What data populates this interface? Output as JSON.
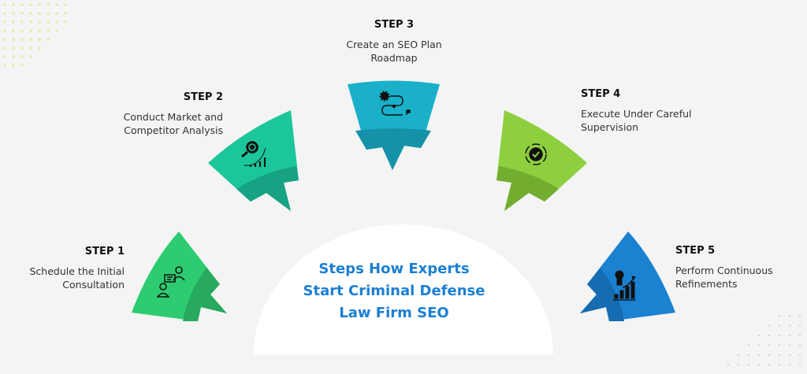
{
  "title_lines": [
    "Steps How Experts",
    "Start Criminal Defense",
    "Law Firm SEO"
  ],
  "steps": [
    {
      "label": "STEP 1",
      "lines": [
        "Schedule the Initial",
        "Consultation"
      ],
      "icon": "consultation-icon",
      "color": "#2ecc71",
      "dark": "#27a95e"
    },
    {
      "label": "STEP 2",
      "lines": [
        "Conduct Market and",
        "Competitor Analysis"
      ],
      "icon": "analysis-icon",
      "color": "#1cc69b",
      "dark": "#17a383"
    },
    {
      "label": "STEP 3",
      "lines": [
        "Create an SEO Plan",
        "Roadmap"
      ],
      "icon": "roadmap-icon",
      "color": "#1ab0ca",
      "dark": "#1592a8"
    },
    {
      "label": "STEP 4",
      "lines": [
        "Execute Under Careful",
        "Supervision"
      ],
      "icon": "execution-gear-icon",
      "color": "#8dcf3f",
      "dark": "#72ad30"
    },
    {
      "label": "STEP 5",
      "lines": [
        "Perform Continuous",
        "Refinements"
      ],
      "icon": "growth-chart-icon",
      "color": "#1b81d1",
      "dark": "#166cb0"
    }
  ],
  "colors": {
    "title": "#1b7fd2",
    "dots_top": "#d9ef9c",
    "dots_bottom": "#c3d8ec"
  }
}
